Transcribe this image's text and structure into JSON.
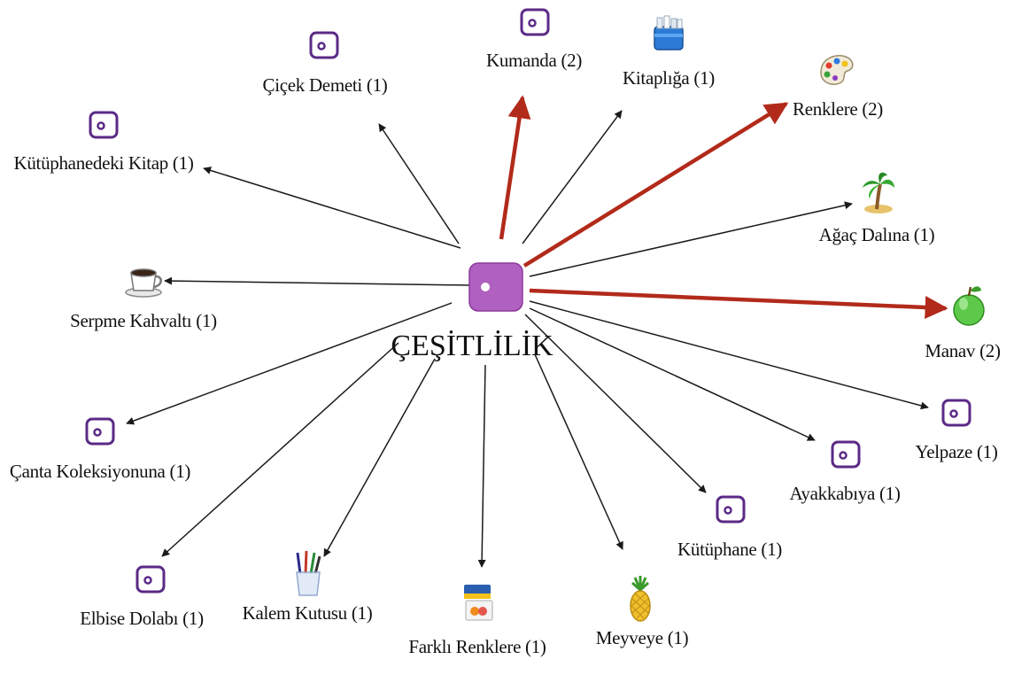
{
  "center": {
    "label": "ÇEŞİTLİLİK",
    "icon": "tag-icon",
    "color": "#b060c0"
  },
  "colors": {
    "thin_arrow": "#1a1a1a",
    "thick_arrow": "#b22a1a",
    "tag_stroke": "#5b2a86"
  },
  "nodes": [
    {
      "label": "Kumanda (2)",
      "icon": "tag-icon",
      "weight": 2
    },
    {
      "label": "Kitaplığa (1)",
      "icon": "bookshelf-icon",
      "weight": 1
    },
    {
      "label": "Renklere (2)",
      "icon": "palette-icon",
      "weight": 2
    },
    {
      "label": "Ağaç Dalına (1)",
      "icon": "palm-tree-icon",
      "weight": 1
    },
    {
      "label": "Manav (2)",
      "icon": "apple-icon",
      "weight": 2
    },
    {
      "label": "Yelpaze (1)",
      "icon": "tag-icon",
      "weight": 1
    },
    {
      "label": "Ayakkabıya (1)",
      "icon": "tag-icon",
      "weight": 1
    },
    {
      "label": "Kütüphane (1)",
      "icon": "tag-icon",
      "weight": 1
    },
    {
      "label": "Meyveye (1)",
      "icon": "pineapple-icon",
      "weight": 1
    },
    {
      "label": "Farklı Renklere (1)",
      "icon": "color-cards-icon",
      "weight": 1
    },
    {
      "label": "Kalem Kutusu (1)",
      "icon": "pencil-cup-icon",
      "weight": 1
    },
    {
      "label": "Elbise Dolabı (1)",
      "icon": "tag-icon",
      "weight": 1
    },
    {
      "label": "Çanta Koleksiyonuna (1)",
      "icon": "tag-icon",
      "weight": 1
    },
    {
      "label": "Serpme Kahvaltı (1)",
      "icon": "coffee-cup-icon",
      "weight": 1
    },
    {
      "label": "Kütüphanedeki Kitap (1)",
      "icon": "tag-icon",
      "weight": 1
    },
    {
      "label": "Çiçek Demeti (1)",
      "icon": "tag-icon",
      "weight": 1
    }
  ]
}
